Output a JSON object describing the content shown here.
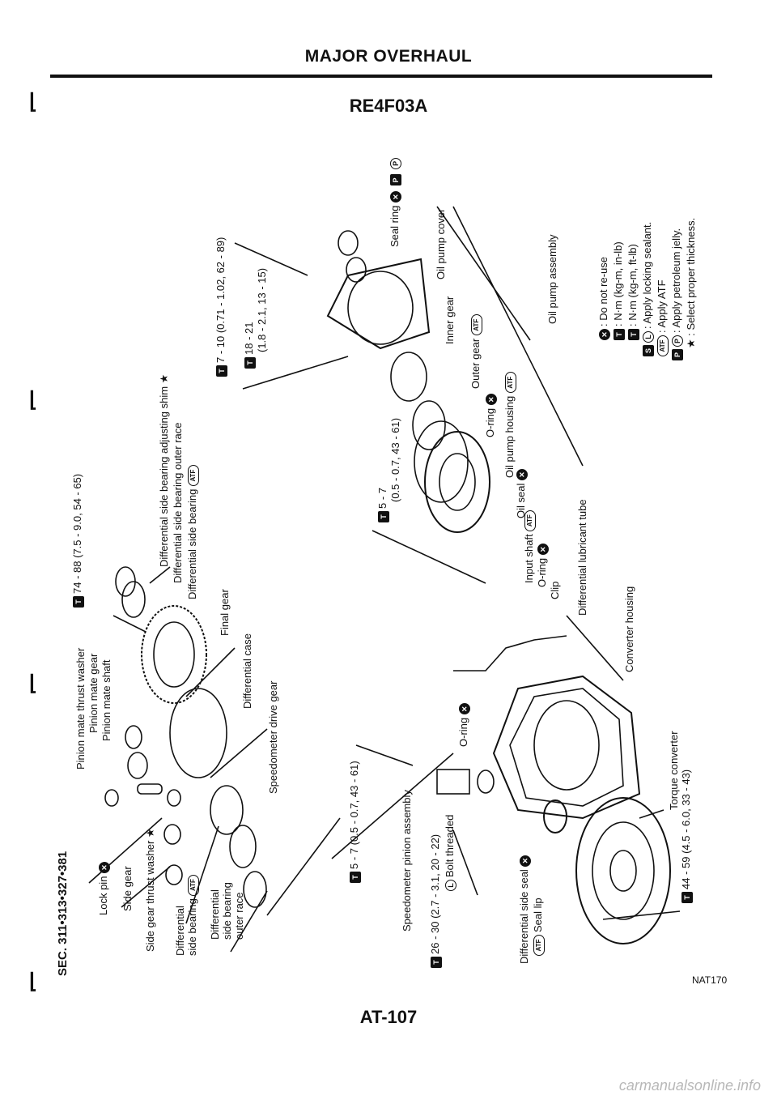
{
  "header": {
    "title": "MAJOR OVERHAUL",
    "model": "RE4F03A",
    "page_number": "AT-107",
    "diagram_id": "NAT170",
    "section": "SEC. 311•313•327•381"
  },
  "watermark": "carmanualsonline.info",
  "legend": {
    "do_not_reuse": ": Do not re-use",
    "nm_in_lb": ": N·m (kg-m, in-lb)",
    "nm_ft_lb": ": N·m (kg-m, ft-lb)",
    "locking_sealant": ": Apply locking sealant.",
    "apply_atf": ": Apply ATF",
    "petroleum_jelly": ": Apply petroleum jelly.",
    "select_thickness": "★ : Select proper thickness."
  },
  "labels": {
    "pinion_mate_thrust_washer": "Pinion mate thrust washer",
    "pinion_mate_gear": "Pinion mate gear",
    "pinion_mate_shaft": "Pinion mate shaft",
    "lock_pin": "Lock pin",
    "side_gear": "Side gear",
    "side_gear_thrust_washer": "Side gear thrust washer ★",
    "differential_side_bearing_1": "Differential",
    "differential_side_bearing_2": "side bearing",
    "diff_side_bearing_outer_1": "Differential",
    "diff_side_bearing_outer_2": "side bearing",
    "diff_side_bearing_outer_3": "outer race",
    "torque_74_88": "74 - 88 (7.5 - 9.0, 54 - 65)",
    "diff_side_bearing_shim": "Differential side bearing adjusting shim ★",
    "diff_side_bearing_outer_race": "Differential side bearing outer race",
    "diff_side_bearing": "Differential side bearing",
    "final_gear": "Final gear",
    "differential_case": "Differential case",
    "speedometer_drive_gear": "Speedometer drive gear",
    "torque_5_7_a": "5 - 7 (0.5 - 0.7, 43 - 61)",
    "speedometer_pinion_assembly": "Speedometer pinion assembly",
    "torque_26_30": "26 - 30 (2.7 - 3.1, 20 - 22)",
    "bolt_threaded": "Bolt threaded",
    "o_ring_a": "O-ring",
    "differential_side_seal": "Differential side seal",
    "seal_lip": "Seal lip",
    "torque_44_59": "44 - 59 (4.5 - 6.0, 33 - 43)",
    "torque_converter": "Torque converter",
    "converter_housing": "Converter housing",
    "differential_lubricant_tube": "Differential lubricant tube",
    "clip": "Clip",
    "o_ring_b": "O-ring",
    "input_shaft": "Input shaft",
    "oil_seal": "Oil seal",
    "oil_pump_housing": "Oil pump housing",
    "o_ring_c": "O-ring",
    "outer_gear": "Outer gear",
    "inner_gear": "Inner gear",
    "oil_pump_cover": "Oil pump cover",
    "seal_ring": "Seal ring",
    "oil_pump_assembly": "Oil pump assembly",
    "torque_5_7_b_1": "5 - 7",
    "torque_5_7_b_2": "(0.5 - 0.7, 43 - 61)",
    "torque_7_10": "7 - 10 (0.71 - 1.02, 62 - 89)",
    "torque_18_21_1": "18 - 21",
    "torque_18_21_2": "(1.8 - 2.1, 13 - 15)"
  },
  "symbols": {
    "atf": "ATF",
    "locking": "L",
    "petroleum": "P"
  }
}
